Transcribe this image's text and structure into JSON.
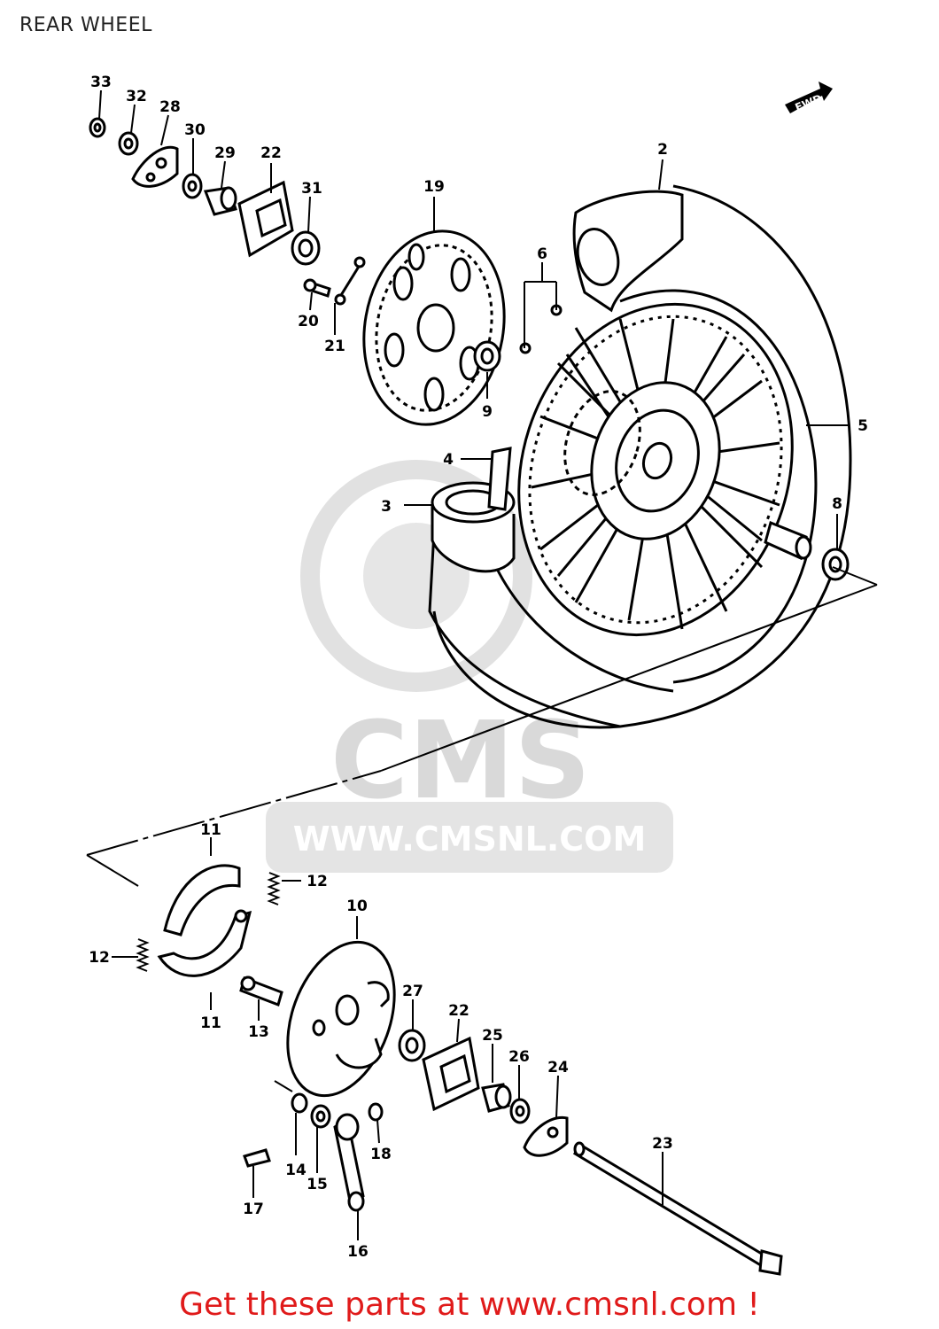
{
  "header": {
    "title": "REAR WHEEL"
  },
  "direction_label": "FWD",
  "watermark": {
    "brand": "CMS",
    "url": "WWW.CMSNL.COM"
  },
  "callouts": {
    "c1": "2",
    "c2": "3",
    "c3": "4",
    "c4": "5",
    "c5": "6",
    "c6": "8",
    "c7": "9",
    "c8": "10",
    "c9": "11",
    "c10": "11",
    "c11": "12",
    "c12": "12",
    "c13": "13",
    "c14": "14",
    "c15": "15",
    "c16": "16",
    "c17": "17",
    "c18": "18",
    "c19": "19",
    "c20": "20",
    "c21": "21",
    "c22": "22",
    "c23": "22",
    "c24": "23",
    "c25": "24",
    "c26": "25",
    "c27": "26",
    "c28": "27",
    "c29": "28",
    "c30": "29",
    "c31": "30",
    "c32": "31",
    "c33": "32",
    "c34": "33"
  },
  "footer": {
    "link_text": "Get these parts at www.cmsnl.com !"
  },
  "colors": {
    "footer_text": "#e01a1a",
    "line": "#000000",
    "watermark": "#d9d9d9"
  }
}
